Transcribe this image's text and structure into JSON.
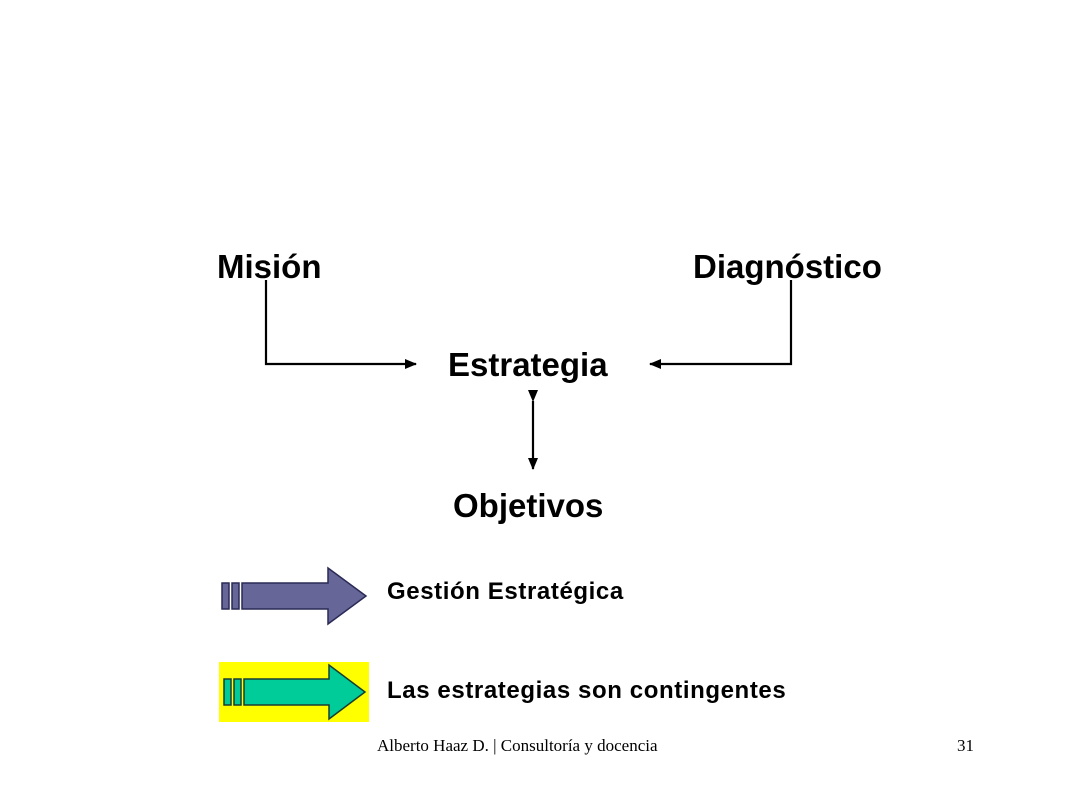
{
  "diagram": {
    "nodes": {
      "mision": "Misión",
      "diagnostico": "Diagnóstico",
      "estrategia": "Estrategia",
      "objetivos": "Objetivos"
    },
    "edges": [
      {
        "from": "mision",
        "to": "estrategia",
        "kind": "elbow-arrow"
      },
      {
        "from": "diagnostico",
        "to": "estrategia",
        "kind": "elbow-arrow"
      },
      {
        "from": "estrategia",
        "to": "objetivos",
        "kind": "double-arrow"
      }
    ]
  },
  "bullets": [
    {
      "label": "Gestión Estratégica",
      "arrow_color": "#666699",
      "highlight": null
    },
    {
      "label": "Las estrategias son contingentes",
      "arrow_color": "#00CC99",
      "highlight": "#FFFF00"
    }
  ],
  "footer": {
    "text": "Alberto Haaz D. | Consultoría y docencia",
    "page_number": "31"
  }
}
